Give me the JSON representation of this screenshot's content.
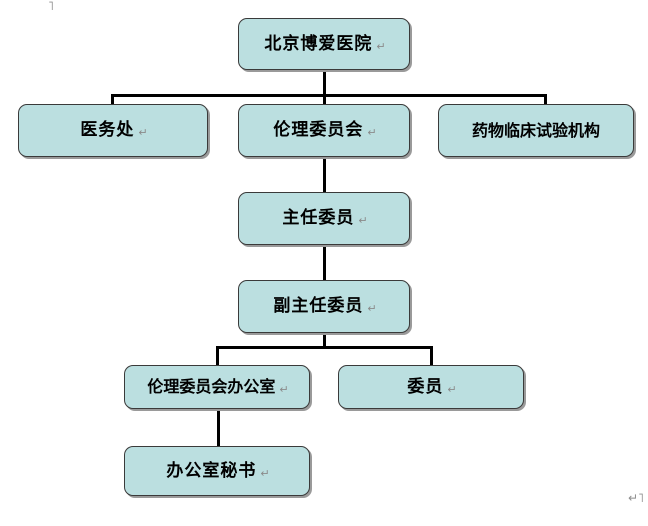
{
  "diagram": {
    "type": "organization-chart",
    "title_node": "北京博爱医院",
    "colors": {
      "node_fill": "#bbdfe0",
      "node_border": "#3a3a3a",
      "node_shadow": "#9a9a9a",
      "connector": "#000000",
      "background": "#ffffff",
      "mark": "#8d8d8d"
    },
    "return_mark": "↵",
    "nodes": [
      {
        "id": "hospital",
        "label": "北京博爱医院",
        "level": 1
      },
      {
        "id": "medical-affairs",
        "label": "医务处",
        "level": 2
      },
      {
        "id": "ethics-committee",
        "label": "伦理委员会",
        "level": 2
      },
      {
        "id": "trial-institution",
        "label": "药物临床试验机构",
        "level": 2
      },
      {
        "id": "chairman",
        "label": "主任委员",
        "level": 3
      },
      {
        "id": "vice-chairman",
        "label": "副主任委员",
        "level": 4
      },
      {
        "id": "ethics-office",
        "label": "伦理委员会办公室",
        "level": 5
      },
      {
        "id": "member",
        "label": "委员",
        "level": 5
      },
      {
        "id": "office-secretary",
        "label": "办公室秘书",
        "level": 6
      }
    ],
    "edges": [
      {
        "from": "hospital",
        "to": "medical-affairs"
      },
      {
        "from": "hospital",
        "to": "ethics-committee"
      },
      {
        "from": "hospital",
        "to": "trial-institution"
      },
      {
        "from": "ethics-committee",
        "to": "chairman"
      },
      {
        "from": "chairman",
        "to": "vice-chairman"
      },
      {
        "from": "vice-chairman",
        "to": "ethics-office"
      },
      {
        "from": "vice-chairman",
        "to": "member"
      },
      {
        "from": "ethics-office",
        "to": "office-secretary"
      }
    ],
    "stray_marks": [
      {
        "id": "top-tick",
        "glyph": "˥"
      },
      {
        "id": "bottom-return",
        "glyph": "↵˥"
      }
    ]
  }
}
